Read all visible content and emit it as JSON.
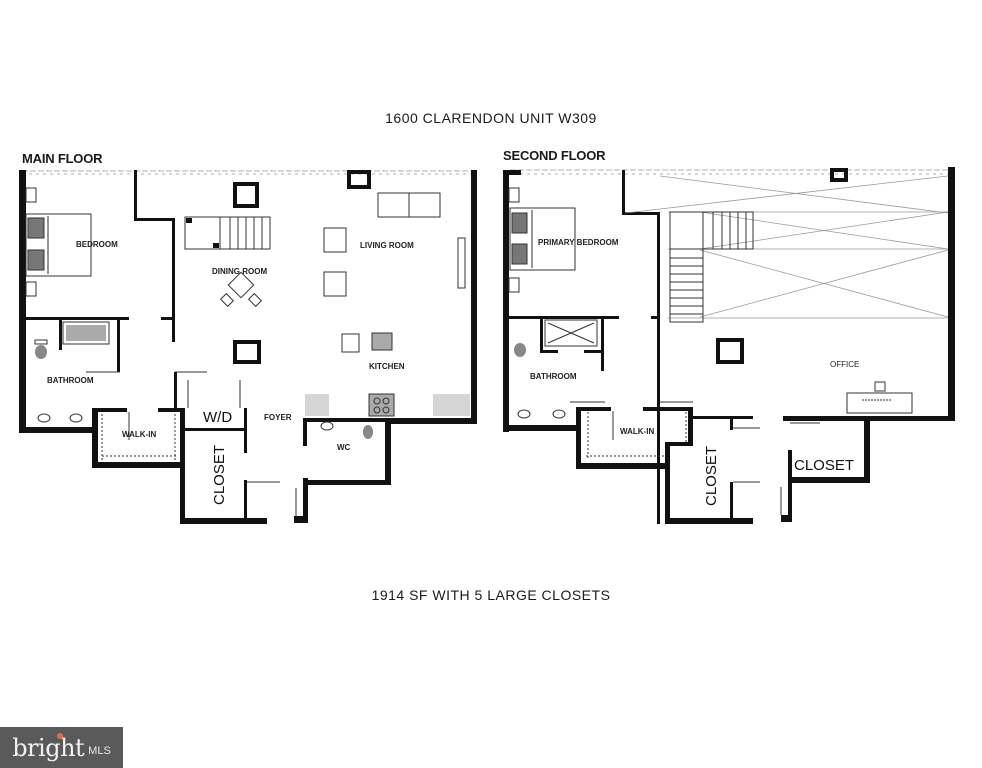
{
  "title": "1600 CLARENDON UNIT W309",
  "subtitle": "1914 SF WITH 5 LARGE CLOSETS",
  "main_floor": {
    "label": "MAIN FLOOR",
    "rooms": {
      "bedroom": "BEDROOM",
      "dining_room": "DINING ROOM",
      "living_room": "LIVING ROOM",
      "kitchen": "KITCHEN",
      "bathroom": "BATHROOM",
      "walk_in": "WALK-IN",
      "wd": "W/D",
      "foyer": "FOYER",
      "closet": "CLOSET",
      "wc": "WC"
    }
  },
  "second_floor": {
    "label": "SECOND FLOOR",
    "rooms": {
      "primary_bedroom": "PRIMARY BEDROOM",
      "bathroom": "BATHROOM",
      "walk_in": "WALK-IN",
      "office": "OFFICE",
      "closet_1": "CLOSET",
      "closet_2": "CLOSET"
    }
  },
  "logo": {
    "brand": "bright",
    "suffix": "MLS",
    "accent_color": "#e0703a"
  }
}
